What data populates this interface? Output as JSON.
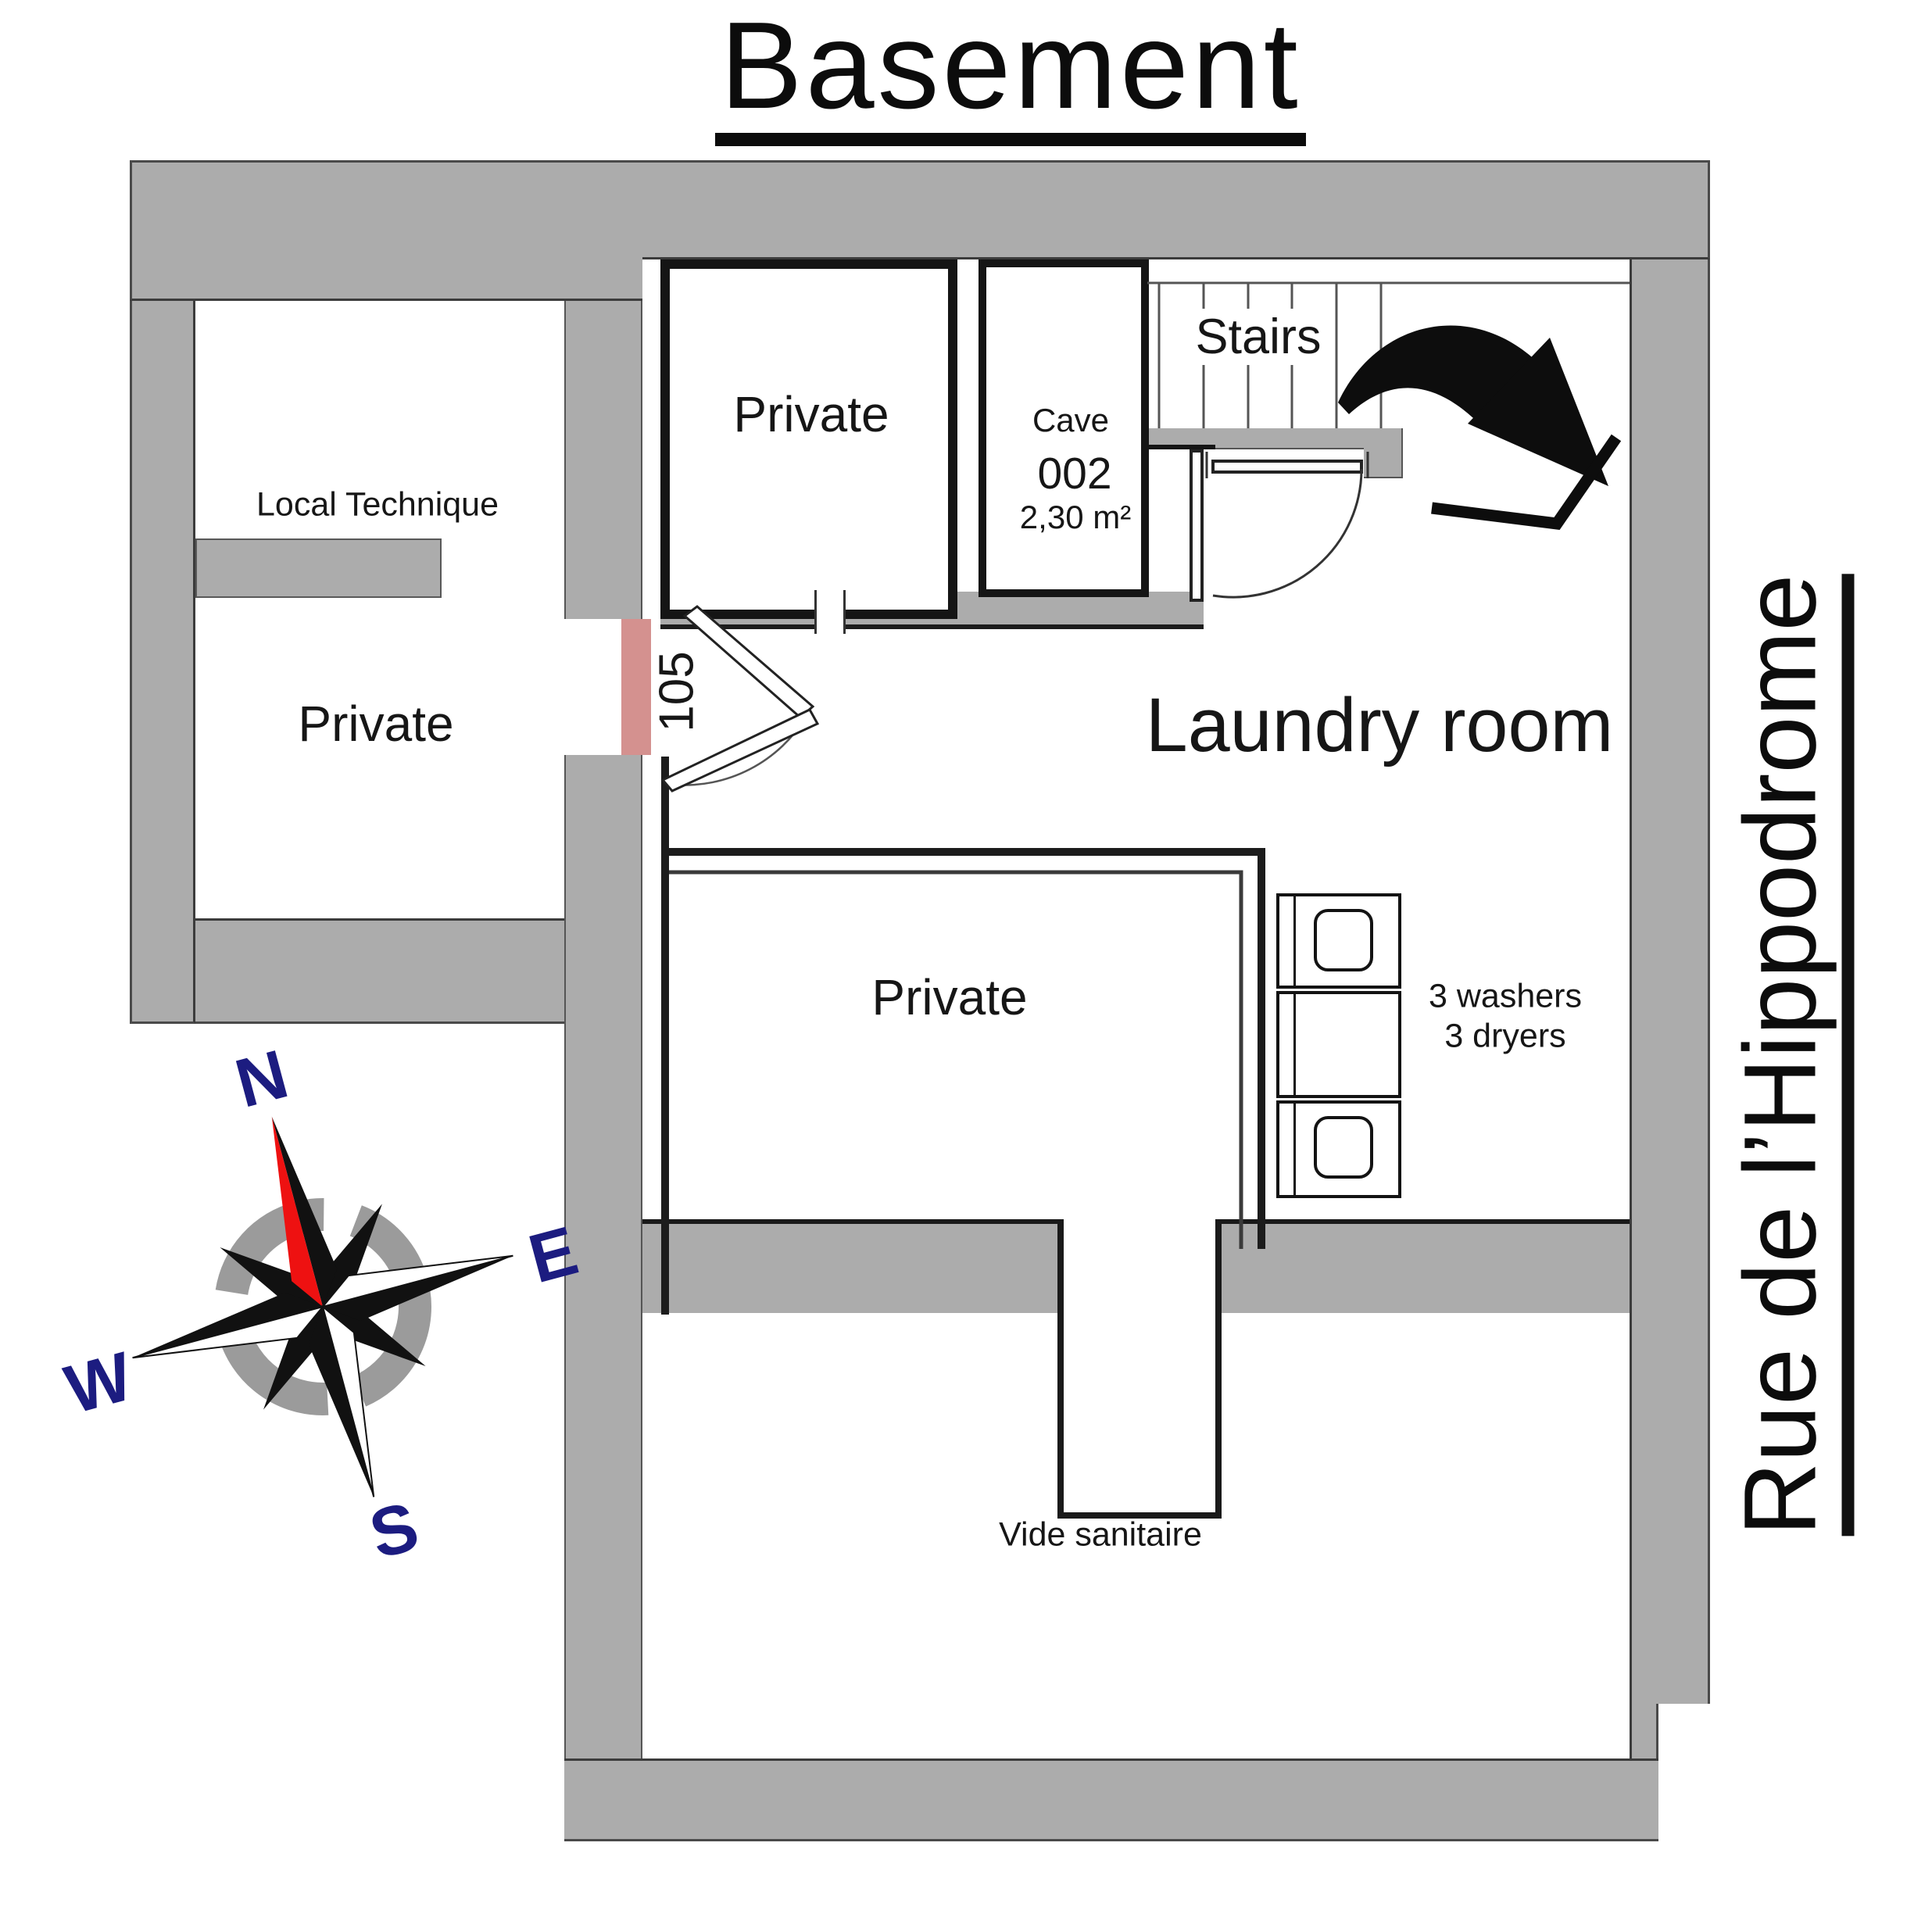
{
  "title": {
    "text": "Basement"
  },
  "floor_plan": {
    "rooms": {
      "local_technique": "Local Technique",
      "private_left": "Private",
      "private_top": "Private",
      "private_middle": "Private",
      "cave": {
        "name": "Cave",
        "number": "002",
        "area": "2,30 m²"
      },
      "stairs": "Stairs",
      "laundry": "Laundry room",
      "vide_sanitaire": "Vide sanitaire",
      "door_number": "105"
    },
    "equipment": {
      "washers": "3 washers",
      "dryers": "3 dryers"
    },
    "street": {
      "name": "Rue de l’Hippodrome"
    },
    "compass": {
      "north": "N",
      "east": "E",
      "south": "S",
      "west": "W"
    },
    "colors": {
      "wall_gray": "#acacac",
      "door_highlight_pink": "#d4918f",
      "compass_letter_navy": "#1c1c80",
      "compass_needle_red": "#ee1111",
      "line_black": "#1a1a1a"
    }
  }
}
